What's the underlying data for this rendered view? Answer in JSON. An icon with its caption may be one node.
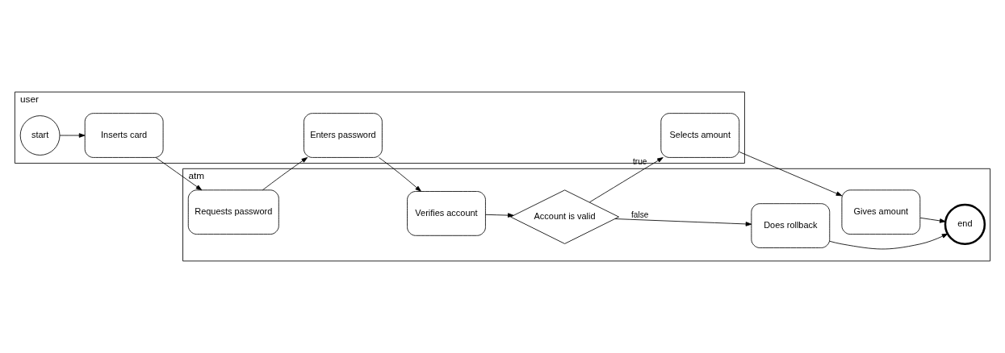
{
  "diagram": {
    "nodes": [
      {
        "text": [
          "atm"
        ]
      },
      {
        "text": [
          "Requests password"
        ],
        "in": 0
      },
      {
        "text": [
          "Verifies account"
        ],
        "in": 0
      },
      {
        "text": [
          "Account is valid"
        ],
        "in": 0
      },
      {
        "text": [
          "Does rollback"
        ],
        "in": 0
      },
      {
        "text": [
          "Gives amount"
        ],
        "in": 0
      },
      {
        "text": [
          "end"
        ],
        "in": 0
      },
      {
        "text": [
          "user"
        ]
      },
      {
        "text": [
          "start"
        ],
        "in": 7
      },
      {
        "text": [
          "Inserts card"
        ],
        "in": 7
      },
      {
        "text": [
          "Enters password"
        ],
        "in": 7
      },
      {
        "text": [
          "Selects amount"
        ],
        "in": 7
      }
    ],
    "edges": [
      {
        "from": 8,
        "to": 9,
        "arrow": "to"
      },
      {
        "from": 9,
        "to": 1,
        "arrow": "to"
      },
      {
        "from": 1,
        "to": 10,
        "arrow": "to"
      },
      {
        "from": 10,
        "to": 2,
        "arrow": "to"
      },
      {
        "from": 2,
        "to": 3,
        "arrow": "to"
      },
      {
        "from": 3,
        "to": 4,
        "arrow": "to",
        "label": "false"
      },
      {
        "from": 3,
        "to": 11,
        "arrow": "to",
        "label": "true"
      },
      {
        "from": 11,
        "to": 5,
        "arrow": "to"
      },
      {
        "from": 4,
        "to": 6,
        "arrow": "to"
      },
      {
        "from": 5,
        "to": 6,
        "arrow": "to"
      }
    ]
  }
}
